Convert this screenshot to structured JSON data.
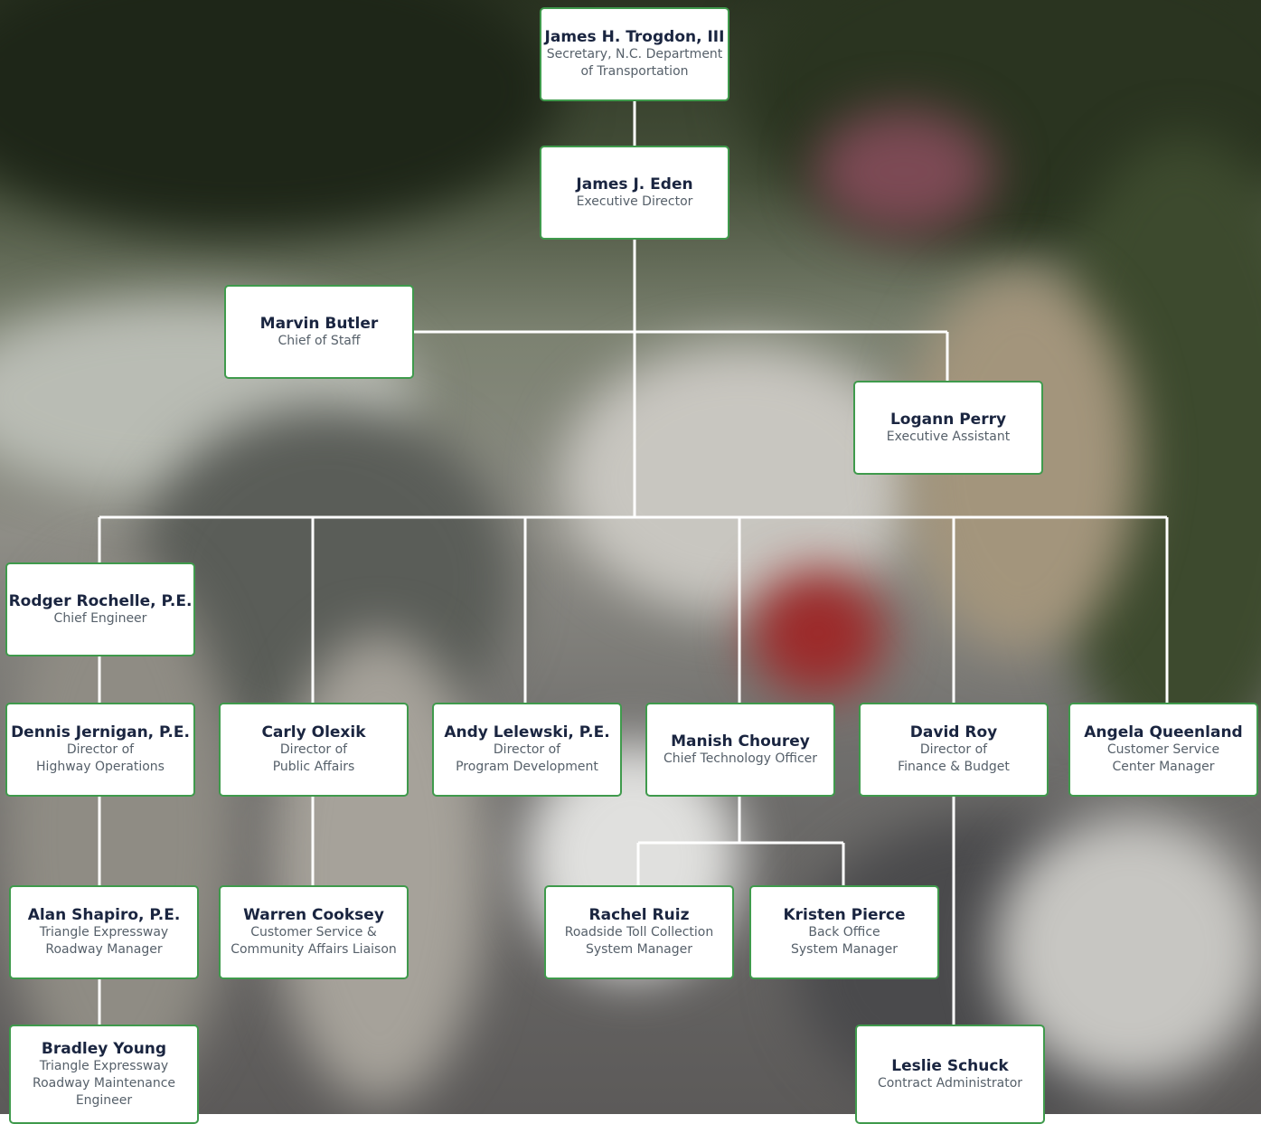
{
  "background": {
    "description_icon": "blurred-highway-photo",
    "line_color": "#ffffff",
    "box_border_color": "#3f9a4c",
    "name_color": "#1a2540"
  },
  "nodes": {
    "trogdon": {
      "name": "James H. Trogdon, III",
      "title": "Secretary, N.C. Department\nof Transportation"
    },
    "eden": {
      "name": "James J. Eden",
      "title": "Executive Director"
    },
    "butler": {
      "name": "Marvin Butler",
      "title": "Chief of Staff"
    },
    "perry": {
      "name": "Logann Perry",
      "title": "Executive Assistant"
    },
    "rochelle": {
      "name": "Rodger Rochelle, P.E.",
      "title": "Chief Engineer"
    },
    "jernigan": {
      "name": "Dennis Jernigan, P.E.",
      "title": "Director of\nHighway Operations"
    },
    "olexik": {
      "name": "Carly Olexik",
      "title": "Director of\nPublic Affairs"
    },
    "lelewski": {
      "name": "Andy Lelewski, P.E.",
      "title": "Director of\nProgram Development"
    },
    "chourey": {
      "name": "Manish Chourey",
      "title": "Chief Technology Officer"
    },
    "roy": {
      "name": "David Roy",
      "title": "Director of\nFinance & Budget"
    },
    "queenland": {
      "name": "Angela Queenland",
      "title": "Customer Service\nCenter Manager"
    },
    "shapiro": {
      "name": "Alan Shapiro, P.E.",
      "title": "Triangle Expressway\nRoadway Manager"
    },
    "cooksey": {
      "name": "Warren Cooksey",
      "title": "Customer Service &\nCommunity Affairs Liaison"
    },
    "ruiz": {
      "name": "Rachel Ruiz",
      "title": "Roadside Toll Collection\nSystem Manager"
    },
    "pierce": {
      "name": "Kristen Pierce",
      "title": "Back Office\nSystem Manager"
    },
    "young": {
      "name": "Bradley Young",
      "title": "Triangle Expressway\nRoadway Maintenance\nEngineer"
    },
    "schuck": {
      "name": "Leslie Schuck",
      "title": "Contract Administrator"
    }
  }
}
